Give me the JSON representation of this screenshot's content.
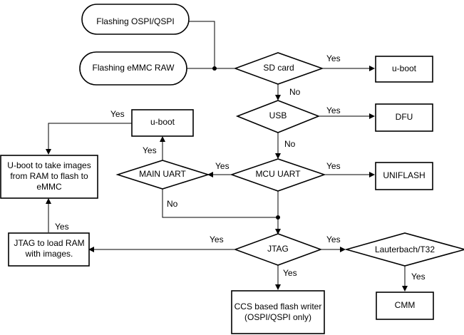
{
  "nodes": {
    "flash_ospi": [
      "Flashing OSPI/QSPI"
    ],
    "flash_emmc": [
      "Flashing eMMC RAW"
    ],
    "sd_card": [
      "SD card"
    ],
    "uboot_right": [
      "u-boot"
    ],
    "usb": [
      "USB"
    ],
    "dfu": [
      "DFU"
    ],
    "mcu_uart": [
      "MCU UART"
    ],
    "uniflash": [
      "UNIFLASH"
    ],
    "main_uart": [
      "MAIN UART"
    ],
    "uboot_left": [
      "u-boot"
    ],
    "uboot_images": [
      "U-boot to take images",
      "from RAM to flash to",
      "eMMC"
    ],
    "jtag_load": [
      "JTAG to load RAM",
      "with images."
    ],
    "jtag": [
      "JTAG"
    ],
    "lauterbach": [
      "Lauterbach/T32"
    ],
    "ccs": [
      "CCS based flash writer",
      "(OSPI/QSPI only)"
    ],
    "cmm": [
      "CMM"
    ]
  },
  "labels": {
    "sd_yes": "Yes",
    "sd_no": "No",
    "usb_yes": "Yes",
    "usb_no": "No",
    "mcu_yes_right": "Yes",
    "mcu_yes_left": "Yes",
    "main_yes": "Yes",
    "main_no": "No",
    "uboot_left_yes": "Yes",
    "jtag_load_yes": "Yes",
    "jtag_yes_left": "Yes",
    "jtag_yes_right": "Yes",
    "jtag_yes_down": "Yes",
    "lauterbach_yes": "Yes"
  }
}
